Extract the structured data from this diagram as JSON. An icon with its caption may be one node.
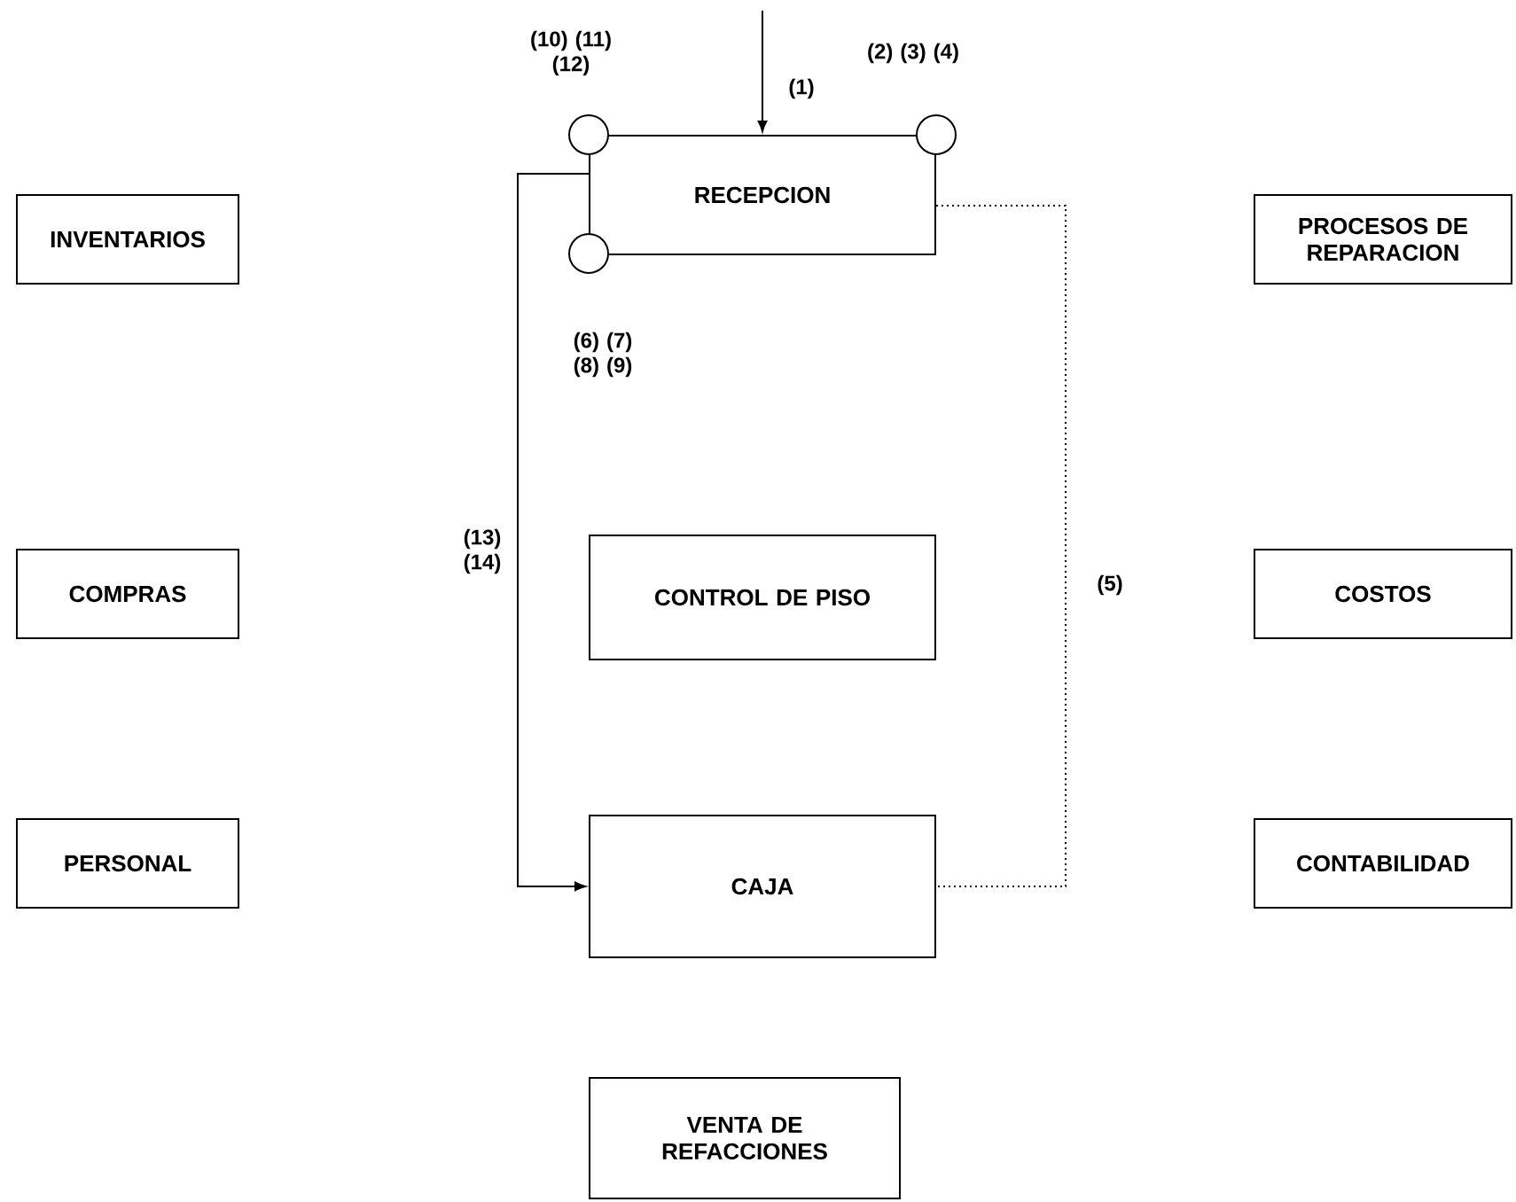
{
  "diagram": {
    "nodes": [
      {
        "text": [
          "INVENTARIOS"
        ]
      },
      {
        "text": [
          "RECEPCION"
        ]
      },
      {
        "text": [
          "PROCESOS DE REPARACION"
        ]
      },
      {
        "text": [],
        "shape": "circle",
        "beside": [
          "(10) (11) (12)"
        ]
      },
      {
        "text": [],
        "shape": "circle",
        "beside": [
          "(2) (3) (4)"
        ]
      },
      {
        "text": [],
        "shape": "circle",
        "beside": [
          "(6) (7) (8) (9)"
        ]
      },
      {
        "text": [
          "COMPRAS"
        ]
      },
      {
        "text": [
          "CONTROL DE PISO"
        ]
      },
      {
        "text": [
          "COSTOS"
        ]
      },
      {
        "text": [
          "PERSONAL"
        ]
      },
      {
        "text": [
          "CAJA"
        ]
      },
      {
        "text": [
          "CONTABILIDAD"
        ]
      },
      {
        "text": [
          "VENTA DE REFACCIONES"
        ]
      }
    ],
    "edges": [
      {
        "from": null,
        "to": 1,
        "arrow": "to",
        "label": "(1)"
      },
      {
        "from": 1,
        "to": 10,
        "arrow": "to",
        "label": "(13) (14)"
      },
      {
        "from": 1,
        "to": 10,
        "arrow": "none",
        "style": "dashed",
        "label": "(5)"
      }
    ]
  }
}
